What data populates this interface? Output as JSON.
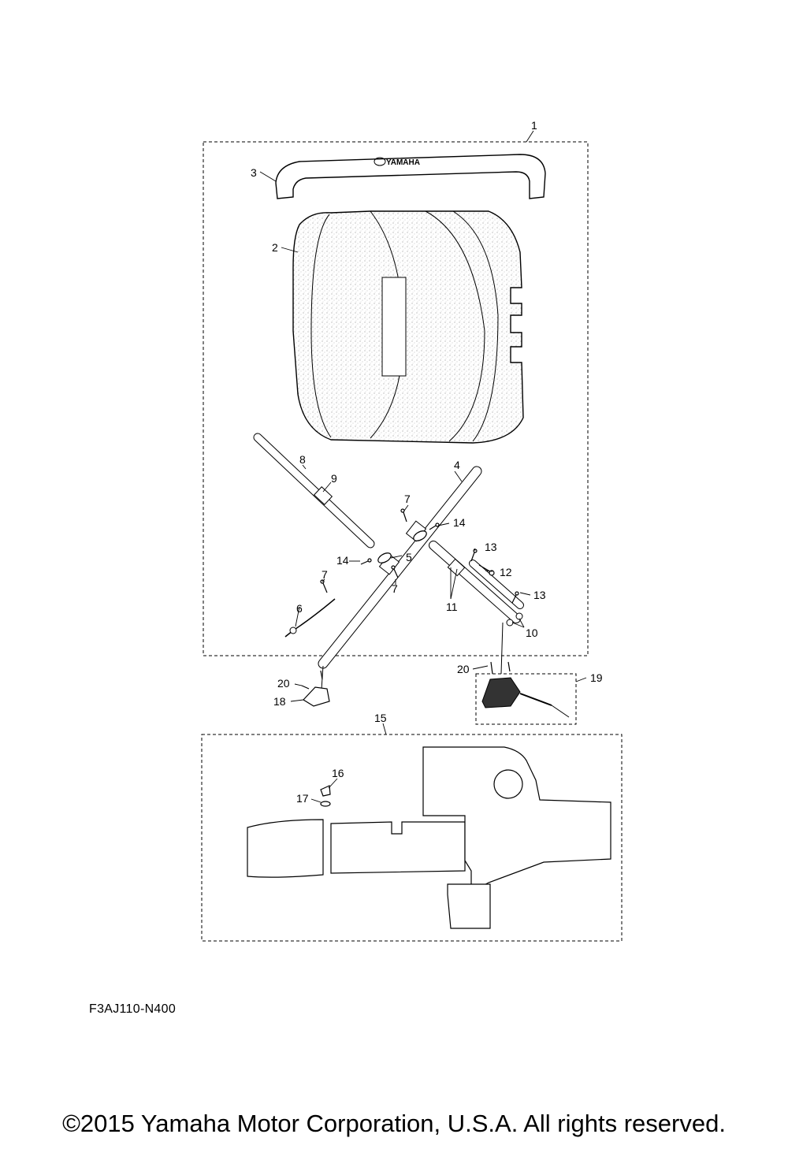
{
  "diagram": {
    "code": "F3AJ110-N400",
    "brand_text": "YAMAHA",
    "callouts": {
      "c1": "1",
      "c2": "2",
      "c3": "3",
      "c4": "4",
      "c5": "5",
      "c6": "6",
      "c7a": "7",
      "c7b": "7",
      "c7c": "7",
      "c8": "8",
      "c9": "9",
      "c10": "10",
      "c11": "11",
      "c12": "12",
      "c13a": "13",
      "c13b": "13",
      "c14a": "14",
      "c14b": "14",
      "c15": "15",
      "c16": "16",
      "c17": "17",
      "c18": "18",
      "c19": "19",
      "c20a": "20",
      "c20b": "20"
    }
  },
  "footer": {
    "copyright": "©2015 Yamaha Motor Corporation, U.S.A. All rights reserved."
  },
  "colors": {
    "line": "#000000",
    "background": "#ffffff",
    "stipple": "#c8c8c8"
  }
}
